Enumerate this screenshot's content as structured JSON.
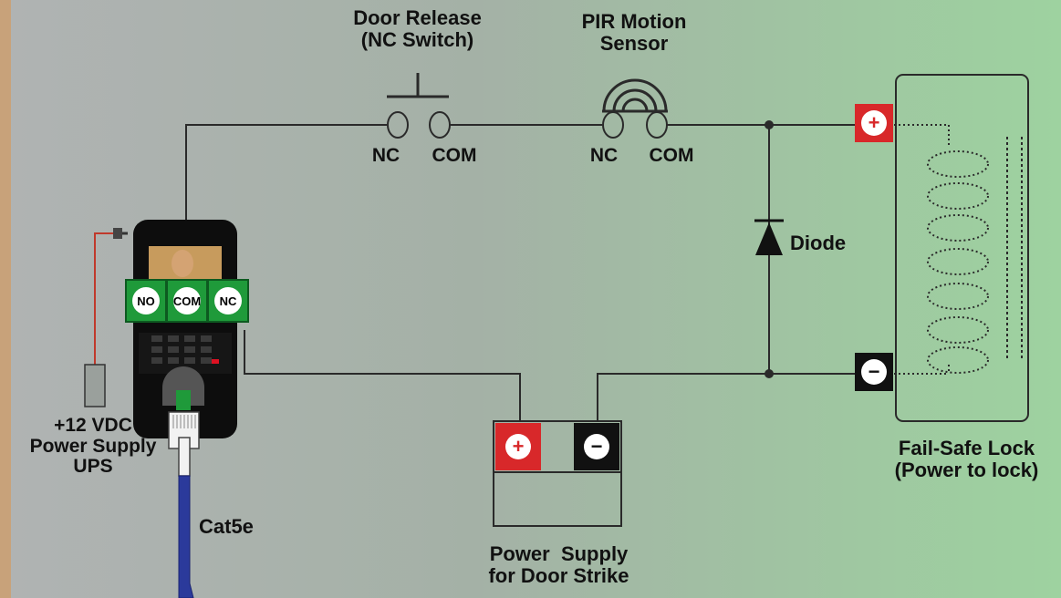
{
  "door_release": {
    "title": "Door Release\n(NC Switch)",
    "nc": "NC",
    "com": "COM"
  },
  "pir": {
    "title": "PIR Motion\nSensor",
    "nc": "NC",
    "com": "COM"
  },
  "diode": {
    "label": "Diode"
  },
  "lock": {
    "label": "Fail-Safe Lock\n(Power to lock)",
    "plus": "+",
    "minus": "−"
  },
  "power_supply_strike": {
    "label": "Power  Supply\nfor Door Strike",
    "plus": "+",
    "minus": "−"
  },
  "ups": {
    "label": "+12 VDC\nPower Supply\nUPS"
  },
  "cable": {
    "label": "Cat5e",
    "color": "#2b3a9b"
  },
  "terminals": {
    "no": "NO",
    "com": "COM",
    "nc": "NC"
  },
  "colors": {
    "terminal_green": "#1f9a3a",
    "positive_red": "#d8282a",
    "negative_black": "#111111",
    "wire": "#2a2a2a"
  }
}
